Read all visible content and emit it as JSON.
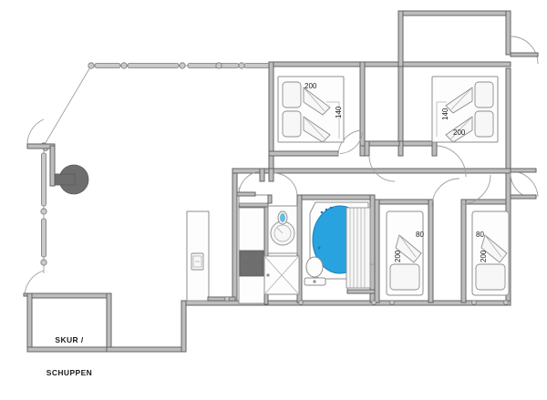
{
  "plan": {
    "title": "Floor plan",
    "type": "architectural-floor-plan",
    "background_color": "#ffffff",
    "wall_fill": "#b8b8b8",
    "wall_stroke": "#6a6a6a",
    "furniture_stroke": "#8a8a8a",
    "accent_color": "#29a3e0"
  },
  "rooms": [
    {
      "id": "shed",
      "name": "SKUR / SCHUPPEN",
      "label_line1": "SKUR /",
      "label_line2": "SCHUPPEN"
    },
    {
      "id": "bedroom-left",
      "name": "Bedroom left"
    },
    {
      "id": "bedroom-right",
      "name": "Bedroom right"
    },
    {
      "id": "bedroom-single-1",
      "name": "Single bedroom 1"
    },
    {
      "id": "bedroom-single-2",
      "name": "Single bedroom 2"
    },
    {
      "id": "bathroom",
      "name": "Bathroom"
    },
    {
      "id": "kitchen",
      "name": "Kitchen"
    },
    {
      "id": "living",
      "name": "Living room"
    },
    {
      "id": "top-right-room",
      "name": "Top right room"
    },
    {
      "id": "hallway",
      "name": "Hallway"
    }
  ],
  "dimensions": {
    "bed_left_width": "200",
    "bed_left_length": "140",
    "bed_right_length": "140",
    "bed_right_width": "200",
    "bed_single_1_width": "80",
    "bed_single_1_length": "200",
    "bed_single_2_width": "80",
    "bed_single_2_length": "200"
  },
  "fixtures": [
    {
      "name": "jacuzzi-tub",
      "color": "#29a3e0"
    },
    {
      "name": "toilet"
    },
    {
      "name": "washing-machine"
    },
    {
      "name": "shower"
    },
    {
      "name": "stove"
    },
    {
      "name": "sink"
    },
    {
      "name": "round-table"
    }
  ]
}
